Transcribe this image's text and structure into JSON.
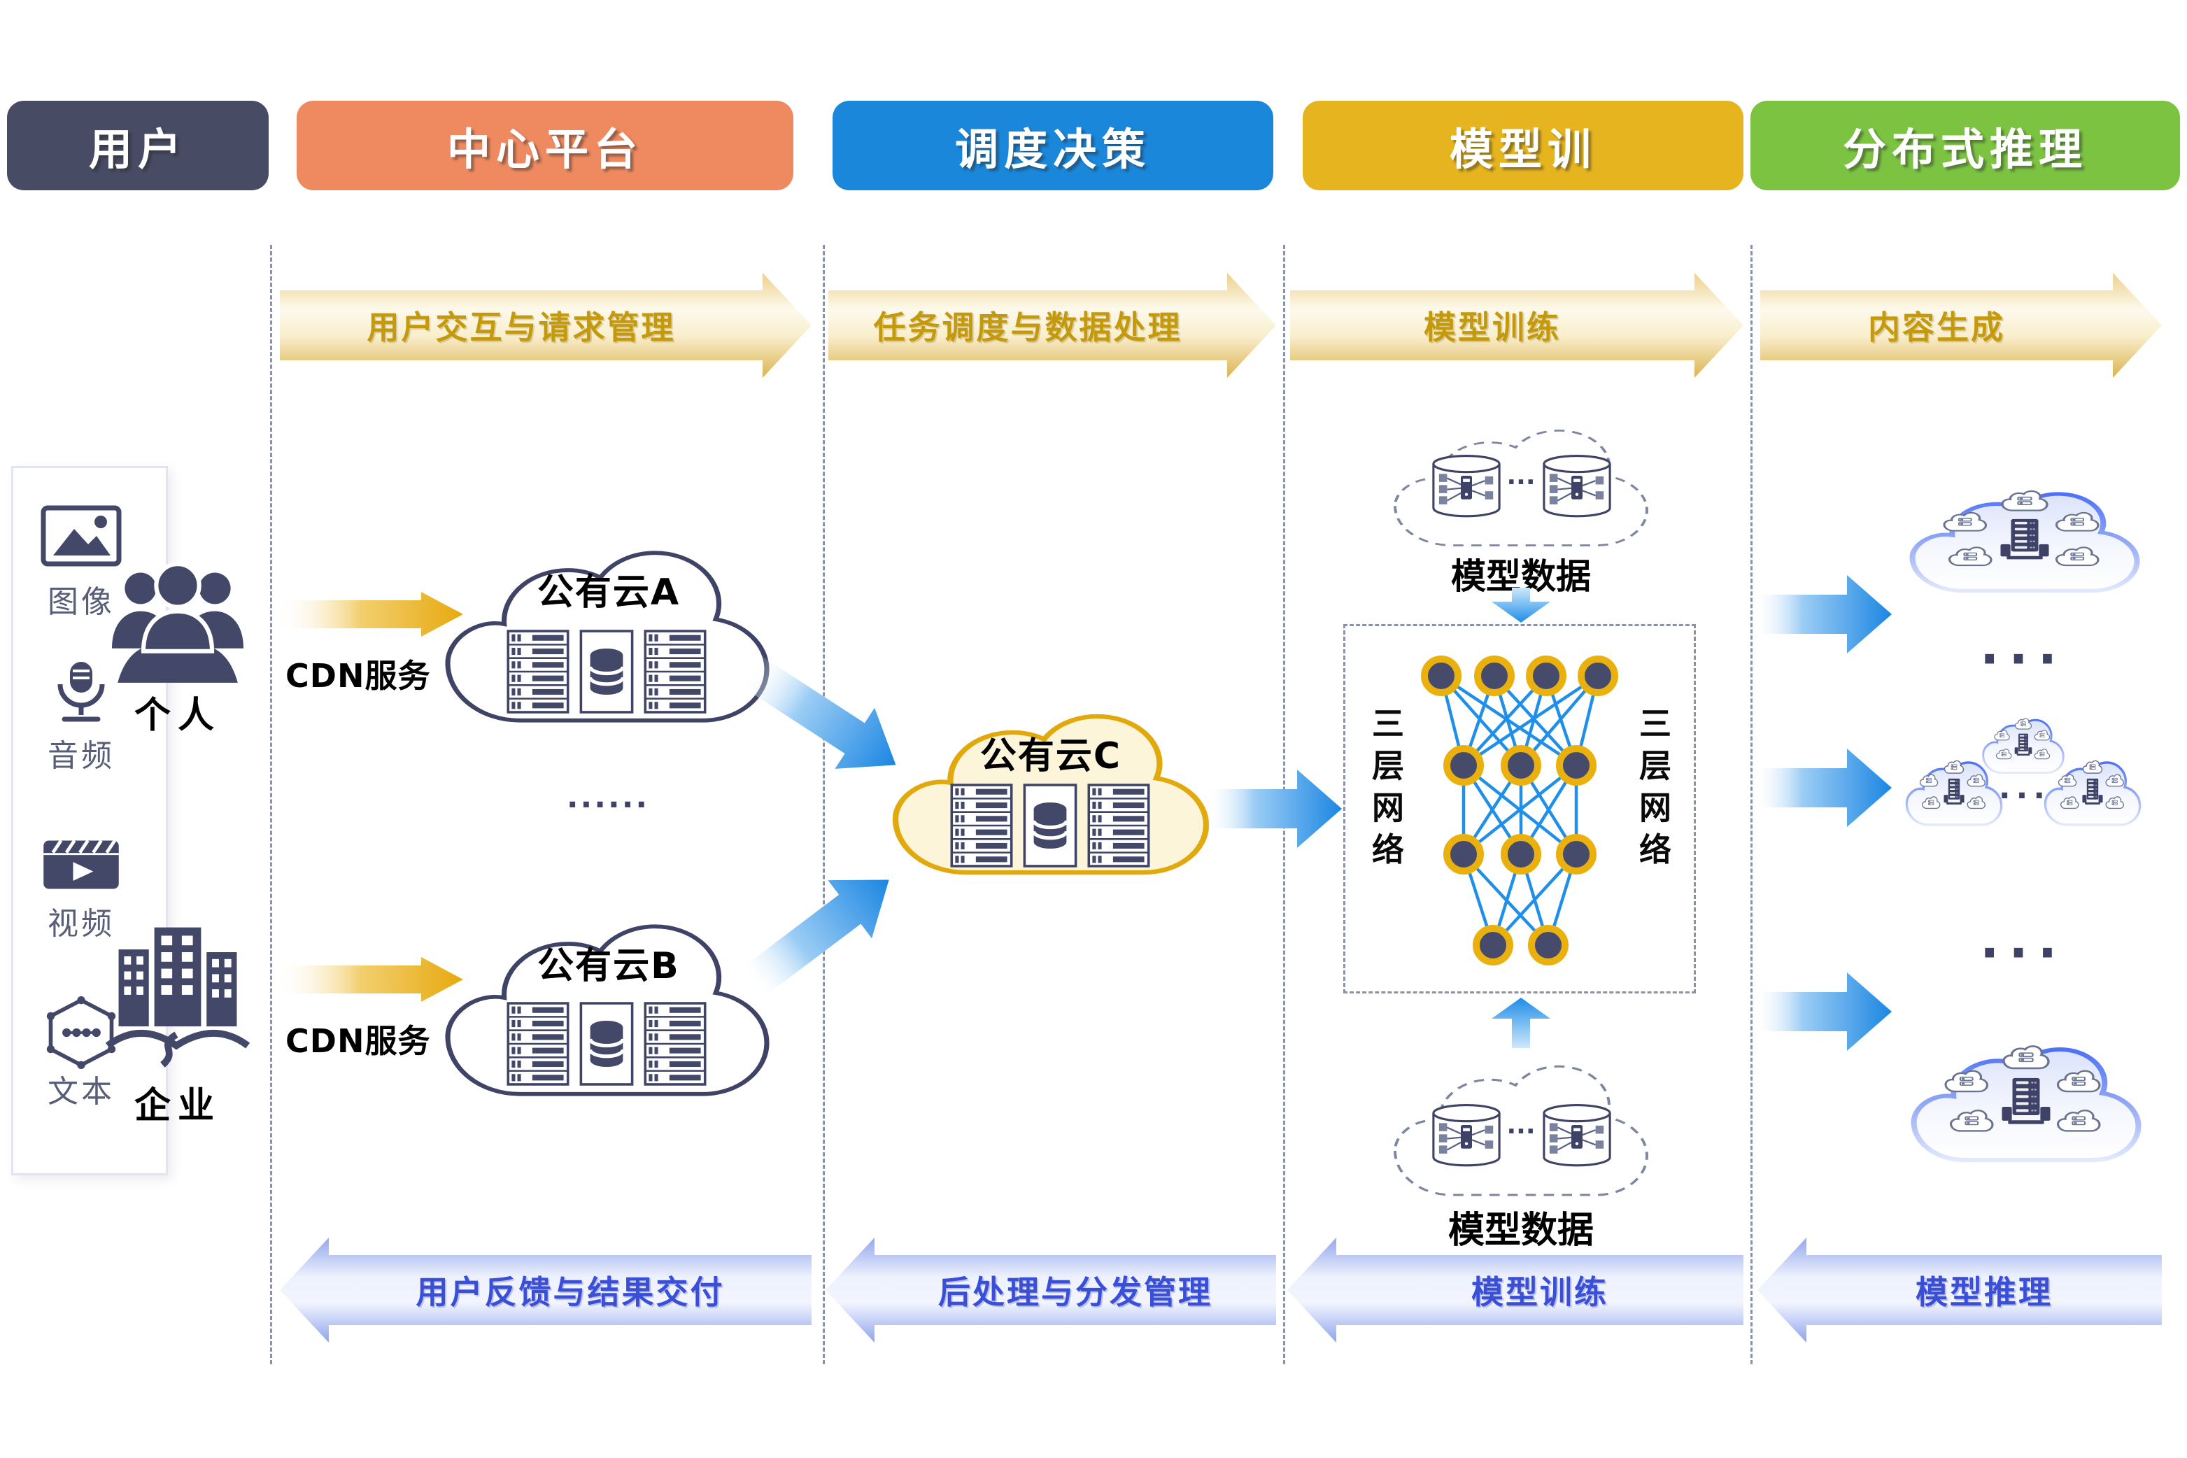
{
  "lanes": [
    {
      "label": "用户",
      "color": "#474b63"
    },
    {
      "label": "中心平台",
      "color": "#ef8a60"
    },
    {
      "label": "调度决策",
      "color": "#1a87da"
    },
    {
      "label": "模型训",
      "color": "#e6b41e"
    },
    {
      "label": "分布式推理",
      "color": "#7cc342"
    }
  ],
  "top_flows": [
    {
      "label": "用户交互与请求管理"
    },
    {
      "label": "任务调度与数据处理"
    },
    {
      "label": "模型训练"
    },
    {
      "label": "内容生成"
    }
  ],
  "bottom_flows": [
    {
      "label": "用户反馈与结果交付"
    },
    {
      "label": "后处理与分发管理"
    },
    {
      "label": "模型训练"
    },
    {
      "label": "模型推理"
    }
  ],
  "sidebar": {
    "modalities": [
      {
        "label": "图像",
        "icon": "image-icon"
      },
      {
        "label": "音频",
        "icon": "microphone-icon"
      },
      {
        "label": "视频",
        "icon": "video-icon"
      },
      {
        "label": "文本",
        "icon": "text-network-icon"
      }
    ]
  },
  "users": {
    "personal_label": "个人",
    "enterprise_label": "企业"
  },
  "cdn": {
    "label_top": "CDN服务",
    "label_bottom": "CDN服务"
  },
  "platform": {
    "cloud_a_label": "公有云A",
    "cloud_b_label": "公有云B",
    "ellipsis": "......"
  },
  "scheduling": {
    "cloud_c_label": "公有云C"
  },
  "training": {
    "data_top_label": "模型数据",
    "data_bottom_label": "模型数据",
    "net_label_left": "三层网络",
    "net_label_right": "三层网络",
    "db_dots_top": "...",
    "db_dots_bottom": "..."
  },
  "inference": {
    "dots_1": "···",
    "dots_2": "···",
    "cluster_dots": "···"
  },
  "colors": {
    "lane_users": "#474b63",
    "lane_platform": "#ef8a60",
    "lane_scheduling": "#1a87da",
    "lane_training": "#e6b41e",
    "lane_inference": "#7cc342",
    "gold_arrow": "#e7a90f",
    "blue_arrow": "#1b86e2",
    "periwinkle_arrow": "#93a7ee",
    "cloud_outline": "#3f4466",
    "cloud_c_outline": "#e2a90c",
    "cloud_c_fill": "#fdf5da",
    "nn_node_fill": "#474b6b",
    "nn_node_ring": "#eab10e",
    "nn_edge": "#1f8fe8"
  }
}
